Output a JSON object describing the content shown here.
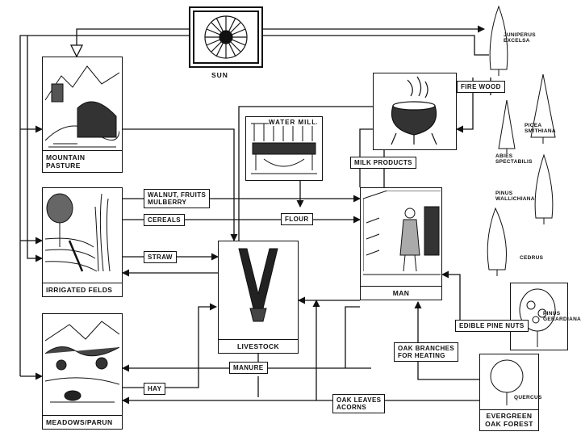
{
  "nodes": {
    "sun": "SUN",
    "mountain_pasture": "MOUNTAIN PASTURE",
    "irrigated_fields": "IRRIGATED FELDS",
    "meadows": "MEADOWS/PARUN",
    "livestock": "LIVESTOCK",
    "water_mill": "WATER MILL",
    "man": "MAN",
    "evergreen_oak": "EVERGREEN\nOAK FOREST"
  },
  "flows": {
    "walnut": "WALNUT, FRUITS\nMULBERRY",
    "cereals": "CEREALS",
    "straw": "STRAW",
    "flour": "FLOUR",
    "milk": "MILK PRODUCTS",
    "fire_wood": "FIRE WOOD",
    "pine_nuts": "EDIBLE PINE NUTS",
    "oak_branches": "OAK BRANCHES\nFOR HEATING",
    "manure": "MANURE",
    "hay": "HAY",
    "oak_leaves": "OAK LEAVES\nACORNS"
  },
  "trees": {
    "juniperus": "JUNIPERUS\nEXCELSA",
    "picea": "PICEA\nSMITHIANA",
    "abies": "ABIES\nSPECTABILIS",
    "pinus_w": "PINUS\nWALLICHIANA",
    "cedrus": "CEDRUS",
    "pinus_g": "PINUS\nGERARDIANA",
    "quercus": "QUERCUS"
  }
}
